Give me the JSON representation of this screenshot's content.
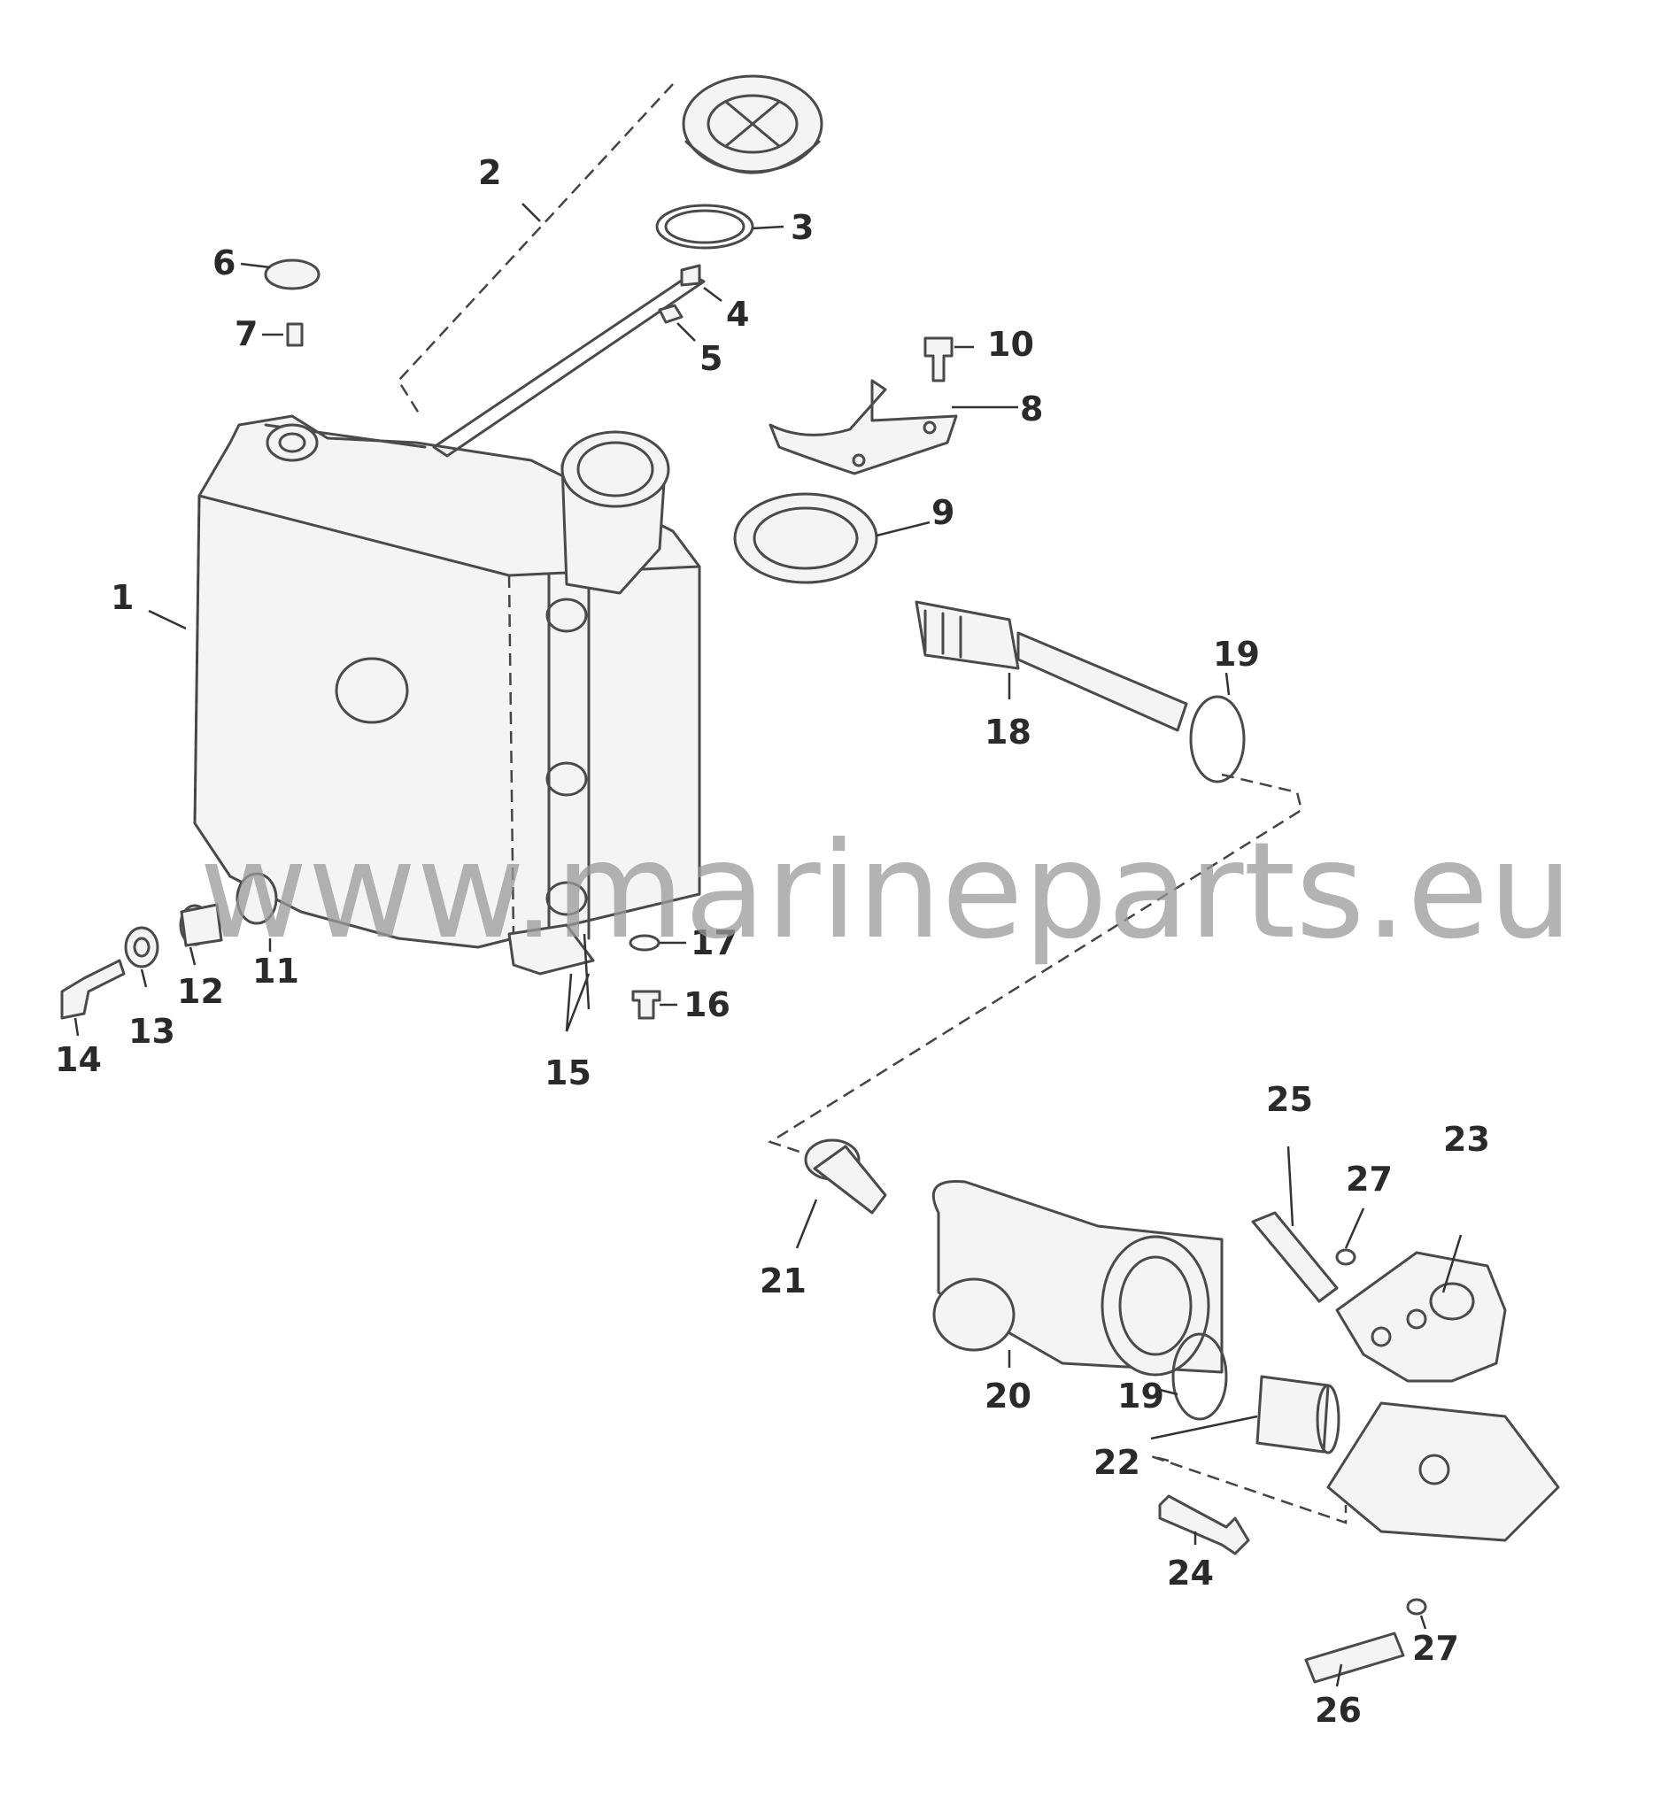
{
  "watermark": "www.marineparts.eu",
  "callouts": [
    {
      "id": "1",
      "label": "1"
    },
    {
      "id": "2",
      "label": "2"
    },
    {
      "id": "3",
      "label": "3"
    },
    {
      "id": "4",
      "label": "4"
    },
    {
      "id": "5",
      "label": "5"
    },
    {
      "id": "6",
      "label": "6"
    },
    {
      "id": "7",
      "label": "7"
    },
    {
      "id": "8",
      "label": "8"
    },
    {
      "id": "9",
      "label": "9"
    },
    {
      "id": "10",
      "label": "10"
    },
    {
      "id": "11",
      "label": "11"
    },
    {
      "id": "12",
      "label": "12"
    },
    {
      "id": "13",
      "label": "13"
    },
    {
      "id": "14",
      "label": "14"
    },
    {
      "id": "15",
      "label": "15"
    },
    {
      "id": "16",
      "label": "16"
    },
    {
      "id": "17",
      "label": "17"
    },
    {
      "id": "18",
      "label": "18"
    },
    {
      "id": "19a",
      "label": "19"
    },
    {
      "id": "19b",
      "label": "19"
    },
    {
      "id": "20",
      "label": "20"
    },
    {
      "id": "21",
      "label": "21"
    },
    {
      "id": "22",
      "label": "22"
    },
    {
      "id": "23",
      "label": "23"
    },
    {
      "id": "24",
      "label": "24"
    },
    {
      "id": "25",
      "label": "25"
    },
    {
      "id": "26",
      "label": "26"
    },
    {
      "id": "27a",
      "label": "27"
    },
    {
      "id": "27b",
      "label": "27"
    }
  ]
}
